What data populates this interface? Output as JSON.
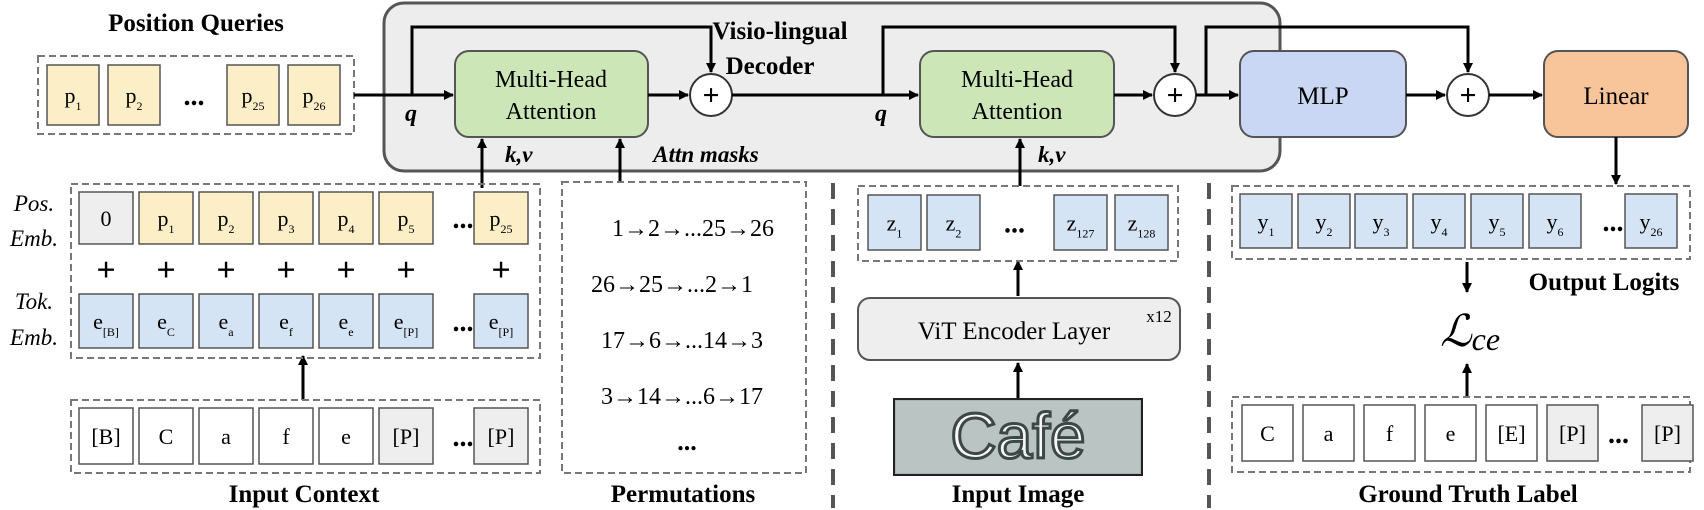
{
  "titles": {
    "position_queries": "Position Queries",
    "decoder": [
      "Visio-lingual",
      "Decoder"
    ],
    "attn_masks": "Attn masks",
    "input_context": "Input Context",
    "permutations_title": "Permutations",
    "input_image": "Input Image",
    "ground_truth_label": "Ground Truth Label",
    "output_logits": "Output Logits"
  },
  "blocks": {
    "mha": [
      "Multi-Head",
      "Attention"
    ],
    "mlp": "MLP",
    "linear": "Linear",
    "vit": "ViT Encoder Layer",
    "vit_repeat": "x12",
    "loss": "ℒce"
  },
  "labels": {
    "q": "q",
    "kv": "k,v",
    "plus": "+",
    "pos_emb": [
      "Pos.",
      "Emb."
    ],
    "tok_emb": [
      "Tok.",
      "Emb."
    ],
    "ellipsis": "..."
  },
  "image_word": "Café",
  "position_queries": [
    [
      "p",
      "1"
    ],
    [
      "p",
      "2"
    ],
    [
      "...",
      ""
    ],
    [
      "p",
      "25"
    ],
    [
      "p",
      "26"
    ]
  ],
  "pos_embeddings": [
    [
      "0",
      ""
    ],
    [
      "p",
      "1"
    ],
    [
      "p",
      "2"
    ],
    [
      "p",
      "3"
    ],
    [
      "p",
      "4"
    ],
    [
      "p",
      "5"
    ],
    [
      "...",
      ""
    ],
    [
      "p",
      "25"
    ]
  ],
  "tok_embeddings": [
    [
      "e",
      "[B]"
    ],
    [
      "e",
      "C"
    ],
    [
      "e",
      "a"
    ],
    [
      "e",
      "f"
    ],
    [
      "e",
      "e"
    ],
    [
      "e",
      "[P]"
    ],
    [
      "...",
      ""
    ],
    [
      "e",
      "[P]"
    ]
  ],
  "input_tokens": [
    "[B]",
    "C",
    "a",
    "f",
    "e",
    "[P]",
    "...",
    "[P]"
  ],
  "permutations": [
    "1→2→...25→26",
    "26→25→...2→1",
    "17→6→...14→3",
    "3→14→...6→17",
    "..."
  ],
  "image_tokens": [
    [
      "z",
      "1"
    ],
    [
      "z",
      "2"
    ],
    [
      "...",
      ""
    ],
    [
      "z",
      "127"
    ],
    [
      "z",
      "128"
    ]
  ],
  "output_tokens": [
    [
      "y",
      "1"
    ],
    [
      "y",
      "2"
    ],
    [
      "y",
      "3"
    ],
    [
      "y",
      "4"
    ],
    [
      "y",
      "5"
    ],
    [
      "y",
      "6"
    ],
    [
      "...",
      ""
    ],
    [
      "y",
      "26"
    ]
  ],
  "gt_tokens": [
    "C",
    "a",
    "f",
    "e",
    "[E]",
    "[P]",
    "...",
    "[P]"
  ],
  "colors": {
    "yellow": "#fcefc7",
    "blue_token": "#d5e4f5",
    "green": "#cde6b8",
    "mlp_blue": "#c9d7f5",
    "orange": "#f8c49a",
    "gray_token": "#eeeeee",
    "decoder_bg": "#ededed"
  }
}
